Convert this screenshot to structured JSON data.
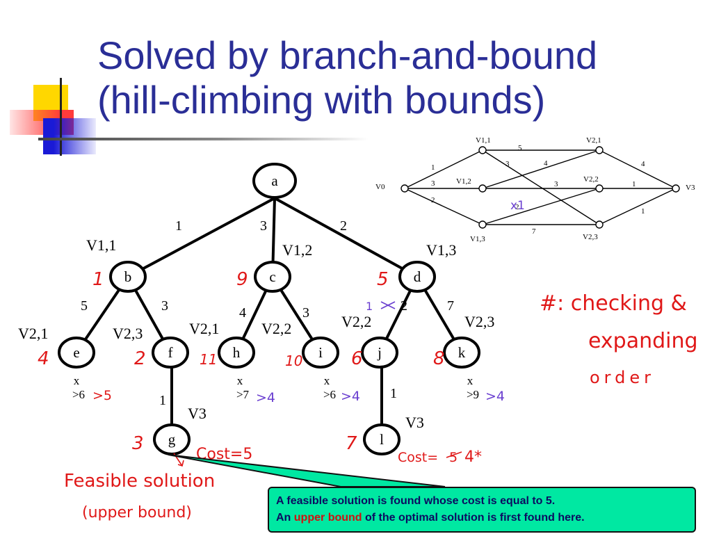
{
  "slide": {
    "title_line1": "Solved by branch-and-bound",
    "title_line2": "(hill-climbing with bounds)"
  },
  "colors": {
    "title": "#2a2e96",
    "red_ink": "#e01818",
    "purple_ink": "#6a3fd0",
    "callout_bg": "#00e8a2"
  },
  "search_tree": {
    "nodes": {
      "a": "a",
      "b": "b",
      "c": "c",
      "d": "d",
      "e": "e",
      "f": "f",
      "g": "g",
      "h": "h",
      "i": "i",
      "j": "j",
      "k": "k",
      "l": "l"
    },
    "edge_weights": {
      "a_b": "1",
      "a_c": "3",
      "a_d": "2",
      "b_e": "5",
      "b_f": "3",
      "c_h": "4",
      "c_i": "3",
      "d_j": "2",
      "d_k": "7",
      "f_g": "1",
      "j_l": "1"
    },
    "node_labels": {
      "b": "V1,1",
      "c": "V1,2",
      "d": "V1,3",
      "e": "V2,1",
      "f": "V2,3",
      "h": "V2,1",
      "i": "V2,2",
      "j": "V2,2",
      "k": "V2,3",
      "g": "V3",
      "l": "V3"
    },
    "pruned": {
      "e": {
        "mark": "x",
        "bound": ">6"
      },
      "h": {
        "mark": "x",
        "bound": ">7"
      },
      "i": {
        "mark": "x",
        "bound": ">6"
      },
      "k": {
        "mark": "x",
        "bound": ">9"
      }
    }
  },
  "handwritten": {
    "order": {
      "b": "1",
      "c": "9",
      "d": "5",
      "e": "4",
      "f": "2",
      "h": "11",
      "i": "10",
      "j": "6",
      "k": "8",
      "g": "3",
      "l": "7"
    },
    "bound_marks": {
      "e": ">5",
      "h": ">4",
      "i": ">4",
      "k": ">4"
    },
    "j_weight_note": "1",
    "cost_g": "Cost=5",
    "cost_l_prefix": "Cost=",
    "cost_l_struck": "5",
    "cost_l_value": "4*",
    "graph_note": "x1",
    "feasible_line1": "Feasible solution",
    "feasible_line2": "(upper bound)",
    "legend_line1": "#: checking &",
    "legend_line2": "expanding",
    "legend_line3": "order"
  },
  "small_graph": {
    "nodes": {
      "v0": "V0",
      "v11": "V1,1",
      "v12": "V1,2",
      "v13": "V1,3",
      "v21": "V2,1",
      "v22": "V2,2",
      "v23": "V2,3",
      "v3": "V3"
    },
    "weights": {
      "v0_v11": "1",
      "v0_v12": "3",
      "v0_v13": "2",
      "v11_v21": "5",
      "v11_v23": "3",
      "v12_v21": "4",
      "v12_v22": "3",
      "v13_v22": "2",
      "v13_v23": "7",
      "v21_v3": "4",
      "v22_v3": "1",
      "v23_v3": "1"
    }
  },
  "callout": {
    "line1": "A feasible solution is found whose cost is equal to 5.",
    "line2_prefix": "An ",
    "line2_upper": "upper",
    "line2_bound": "bound",
    "line2_suffix": " of the optimal solution is first found here."
  }
}
